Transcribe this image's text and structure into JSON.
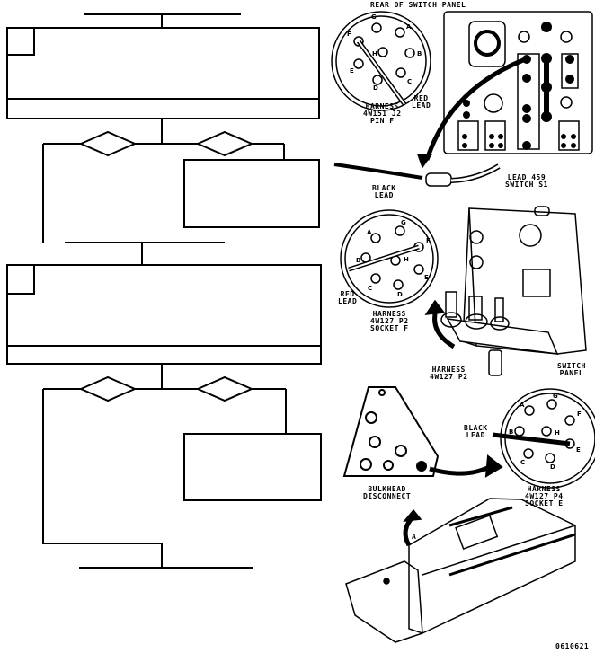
{
  "labels": {
    "rear_panel": "REAR OF SWITCH PANEL",
    "harness_j2": "HARNESS\n4W151 J2\nPIN F",
    "red_lead_1": "RED\nLEAD",
    "black_lead_1": "BLACK\nLEAD",
    "lead_459": "LEAD 459\nSWITCH S1",
    "red_lead_2": "RED\nLEAD",
    "harness_p2_socket": "HARNESS\n4W127 P2\nSOCKET F",
    "harness_p2": "HARNESS\n4W127 P2",
    "switch_panel": "SWITCH\nPANEL",
    "black_lead_2": "BLACK\nLEAD",
    "bulkhead": "BULKHEAD\nDISCONNECT",
    "harness_p4": "HARNESS\n4W127 P4\nSOCKET E",
    "callout_a": "A",
    "figure_id": "0610621"
  },
  "connectors": {
    "j2_pins": [
      "G",
      "A",
      "B",
      "C",
      "D",
      "E",
      "F",
      "H"
    ],
    "p2_pins": [
      "A",
      "G",
      "F",
      "H",
      "B",
      "E",
      "C",
      "D"
    ],
    "p4_pins": [
      "A",
      "G",
      "F",
      "H",
      "B",
      "E",
      "C",
      "D"
    ]
  }
}
